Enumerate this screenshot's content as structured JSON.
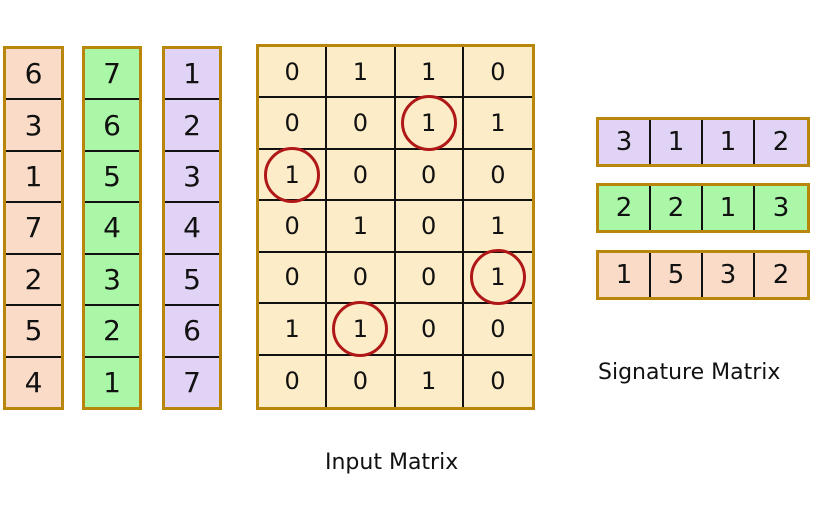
{
  "permutations": [
    {
      "values": [
        "6",
        "3",
        "1",
        "7",
        "2",
        "5",
        "4"
      ],
      "color": "#fadbc7"
    },
    {
      "values": [
        "7",
        "6",
        "5",
        "4",
        "3",
        "2",
        "1"
      ],
      "color": "#abf7a8"
    },
    {
      "values": [
        "1",
        "2",
        "3",
        "4",
        "5",
        "6",
        "7"
      ],
      "color": "#e0d3f5"
    }
  ],
  "input_matrix": {
    "rows": [
      [
        "0",
        "1",
        "1",
        "0"
      ],
      [
        "0",
        "0",
        "1",
        "1"
      ],
      [
        "1",
        "0",
        "0",
        "0"
      ],
      [
        "0",
        "1",
        "0",
        "1"
      ],
      [
        "0",
        "0",
        "0",
        "1"
      ],
      [
        "1",
        "1",
        "0",
        "0"
      ],
      [
        "0",
        "0",
        "1",
        "0"
      ]
    ],
    "highlighted": [
      [
        1,
        2
      ],
      [
        2,
        0
      ],
      [
        4,
        3
      ],
      [
        5,
        1
      ]
    ],
    "caption": "Input Matrix",
    "color": "#fcecc8"
  },
  "signature_matrix": {
    "rows": [
      {
        "values": [
          "3",
          "1",
          "1",
          "2"
        ],
        "color": "#e0d3f5"
      },
      {
        "values": [
          "2",
          "2",
          "1",
          "3"
        ],
        "color": "#abf7a8"
      },
      {
        "values": [
          "1",
          "5",
          "3",
          "2"
        ],
        "color": "#fadbc7"
      }
    ],
    "caption": "Signature Matrix"
  }
}
